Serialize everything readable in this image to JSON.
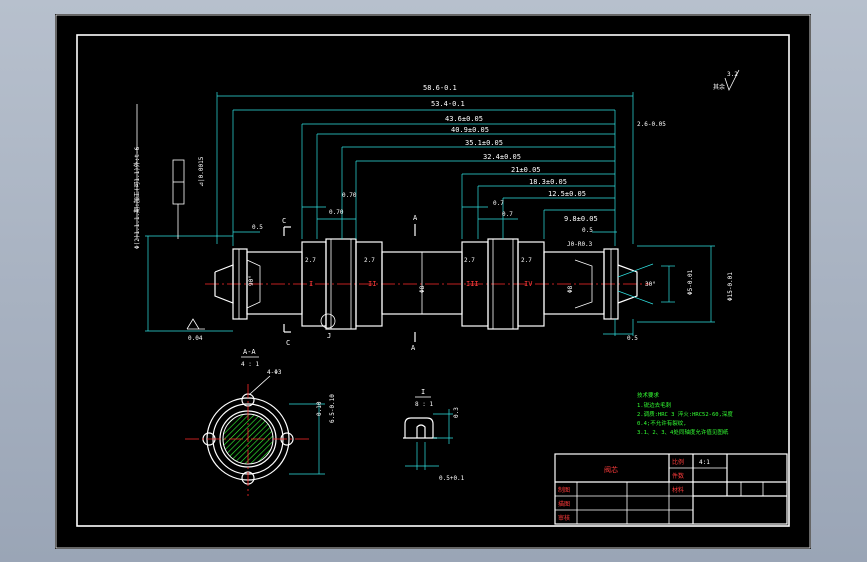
{
  "dims_top": [
    "58.6-0.1",
    "53.4-0.1",
    "43.6±0.05",
    "40.9±0.05",
    "35.1±0.05",
    "32.4±0.05",
    "21±0.05",
    "18.3±0.05",
    "12.5±0.05",
    "9.8±0.05"
  ],
  "dims_small": [
    "0.70",
    "0.70",
    "0.7",
    "0.7",
    "0.5",
    "0.5",
    "2.7",
    "2.7",
    "2.7",
    "2.7",
    "0.5",
    "2.6-0.05",
    "J0-R0.3"
  ],
  "dia_labels": [
    "Φ8",
    "Φ8",
    "Φ5-0.01",
    "Φ15-0.01",
    "30°",
    "90°"
  ],
  "section_marks": [
    "C",
    "C",
    "A",
    "A",
    "J",
    "I",
    "II",
    "III",
    "IV"
  ],
  "roughness": "3.2",
  "roughness_label": "其余",
  "left_note": "Φ(2)1.1.1.期:加工(可1.1)外:t-6",
  "tolerance_frame": "⊿|0.0015",
  "datum_note": "0.04",
  "section_a": {
    "title": "A-A",
    "scale": "4 : 1",
    "holes": "4-Φ3",
    "dim1": "6.5-0.10",
    "dim2": "0.10"
  },
  "section_i": {
    "title": "I",
    "scale": "8 : 1",
    "dim": "0.3",
    "dim2": "0.5+0.1"
  },
  "notes": [
    "技术要求",
    "1.锐边去毛刺",
    "2.调质:HRC 3  淬火:HRC52-60,深度",
    "0.4;不允许有裂纹,",
    "3.1、2、3、4处同轴度允许值见图纸"
  ],
  "title_block": {
    "part_name": "阀芯",
    "scale_label": "比例",
    "scale_value": "4:1",
    "qty_label": "件数",
    "material_label": "材料",
    "row_labels": [
      "制图",
      "描图",
      "审核"
    ]
  },
  "colors": {
    "line": "#ffffff",
    "dim": "#2fe3e3",
    "center": "#ff2a2a",
    "hatch": "#33ff33"
  }
}
